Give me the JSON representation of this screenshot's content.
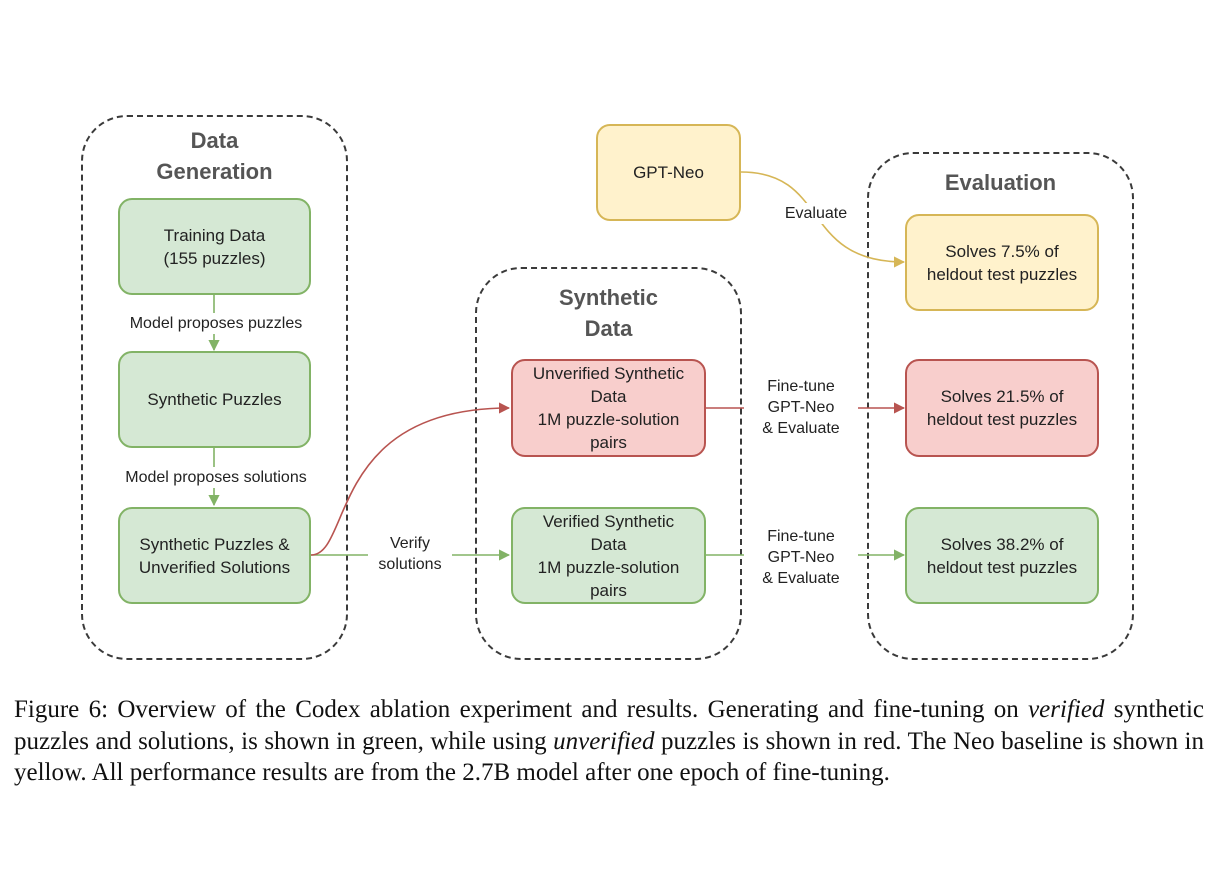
{
  "groups": {
    "data_generation": "Data\nGeneration",
    "synthetic_data": "Synthetic\nData",
    "evaluation": "Evaluation"
  },
  "nodes": {
    "training_data": "Training Data\n(155 puzzles)",
    "synthetic_puzzles": "Synthetic Puzzles",
    "puzzles_unverified": "Synthetic Puzzles &\nUnverified Solutions",
    "unverified_data": "Unverified Synthetic\nData\n1M puzzle-solution\npairs",
    "verified_data": "Verified Synthetic\nData\n1M puzzle-solution\npairs",
    "gpt_neo": "GPT-Neo",
    "result_yellow": "Solves 7.5% of\nheldout test puzzles",
    "result_red": "Solves 21.5% of\nheldout test puzzles",
    "result_green": "Solves 38.2% of\nheldout test puzzles"
  },
  "edges": {
    "proposes_puzzles": "Model proposes puzzles",
    "proposes_solutions": "Model proposes solutions",
    "verify": "Verify\nsolutions",
    "finetune_red": "Fine-tune\nGPT-Neo\n& Evaluate",
    "finetune_green": "Fine-tune\nGPT-Neo\n& Evaluate",
    "evaluate": "Evaluate"
  },
  "caption": {
    "lead": "Figure 6: Overview of the Codex ablation experiment and results. Generating and fine-tuning on ",
    "em1": "verified",
    "mid": " synthetic puzzles and solutions, is shown in green, while using ",
    "em2": "unverified",
    "tail": " puzzles is shown in red. The Neo baseline is shown in yellow. All performance results are from the 2.7B model after one epoch of fine-tuning."
  },
  "colors": {
    "green_fill": "#d5e8d4",
    "green_stroke": "#82b366",
    "red_fill": "#f8cecc",
    "red_stroke": "#b85450",
    "yellow_fill": "#fff2cc",
    "yellow_stroke": "#d6b656"
  }
}
